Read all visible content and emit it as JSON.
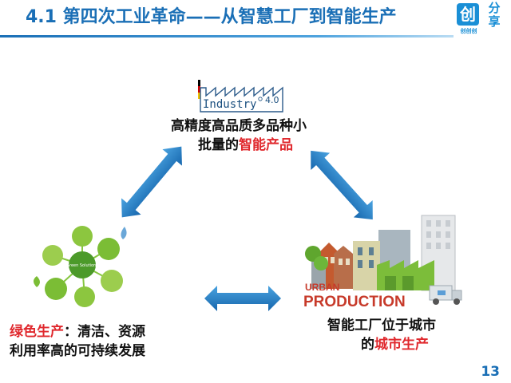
{
  "header": {
    "title": "4.1 第四次工业革命——从智慧工厂到智能生产",
    "logo_char": "创",
    "logo_big_1": "分",
    "logo_big_2": "享",
    "logo_sub": "创创创"
  },
  "industry_logo": {
    "text": "Industry",
    "version": "4.0"
  },
  "top_block": {
    "line1": "高精度高品质多品种小",
    "line2_prefix": "批量的",
    "line2_highlight": "智能产品"
  },
  "left_block": {
    "line1_highlight": "绿色生产",
    "line1_rest": "：清洁、资源",
    "line2": "利用率高的可持续发展"
  },
  "right_block": {
    "line1": "智能工厂位于城市",
    "line2_prefix": "的",
    "line2_highlight": "城市生产"
  },
  "green_diagram": {
    "center": "Green Solutions"
  },
  "urban": {
    "word1": "URBAN",
    "word2": "PRODUCTION"
  },
  "colors": {
    "title": "#1a6fb6",
    "arrow": "#1f79c4",
    "highlight": "#e0282d"
  },
  "page_number": "13"
}
